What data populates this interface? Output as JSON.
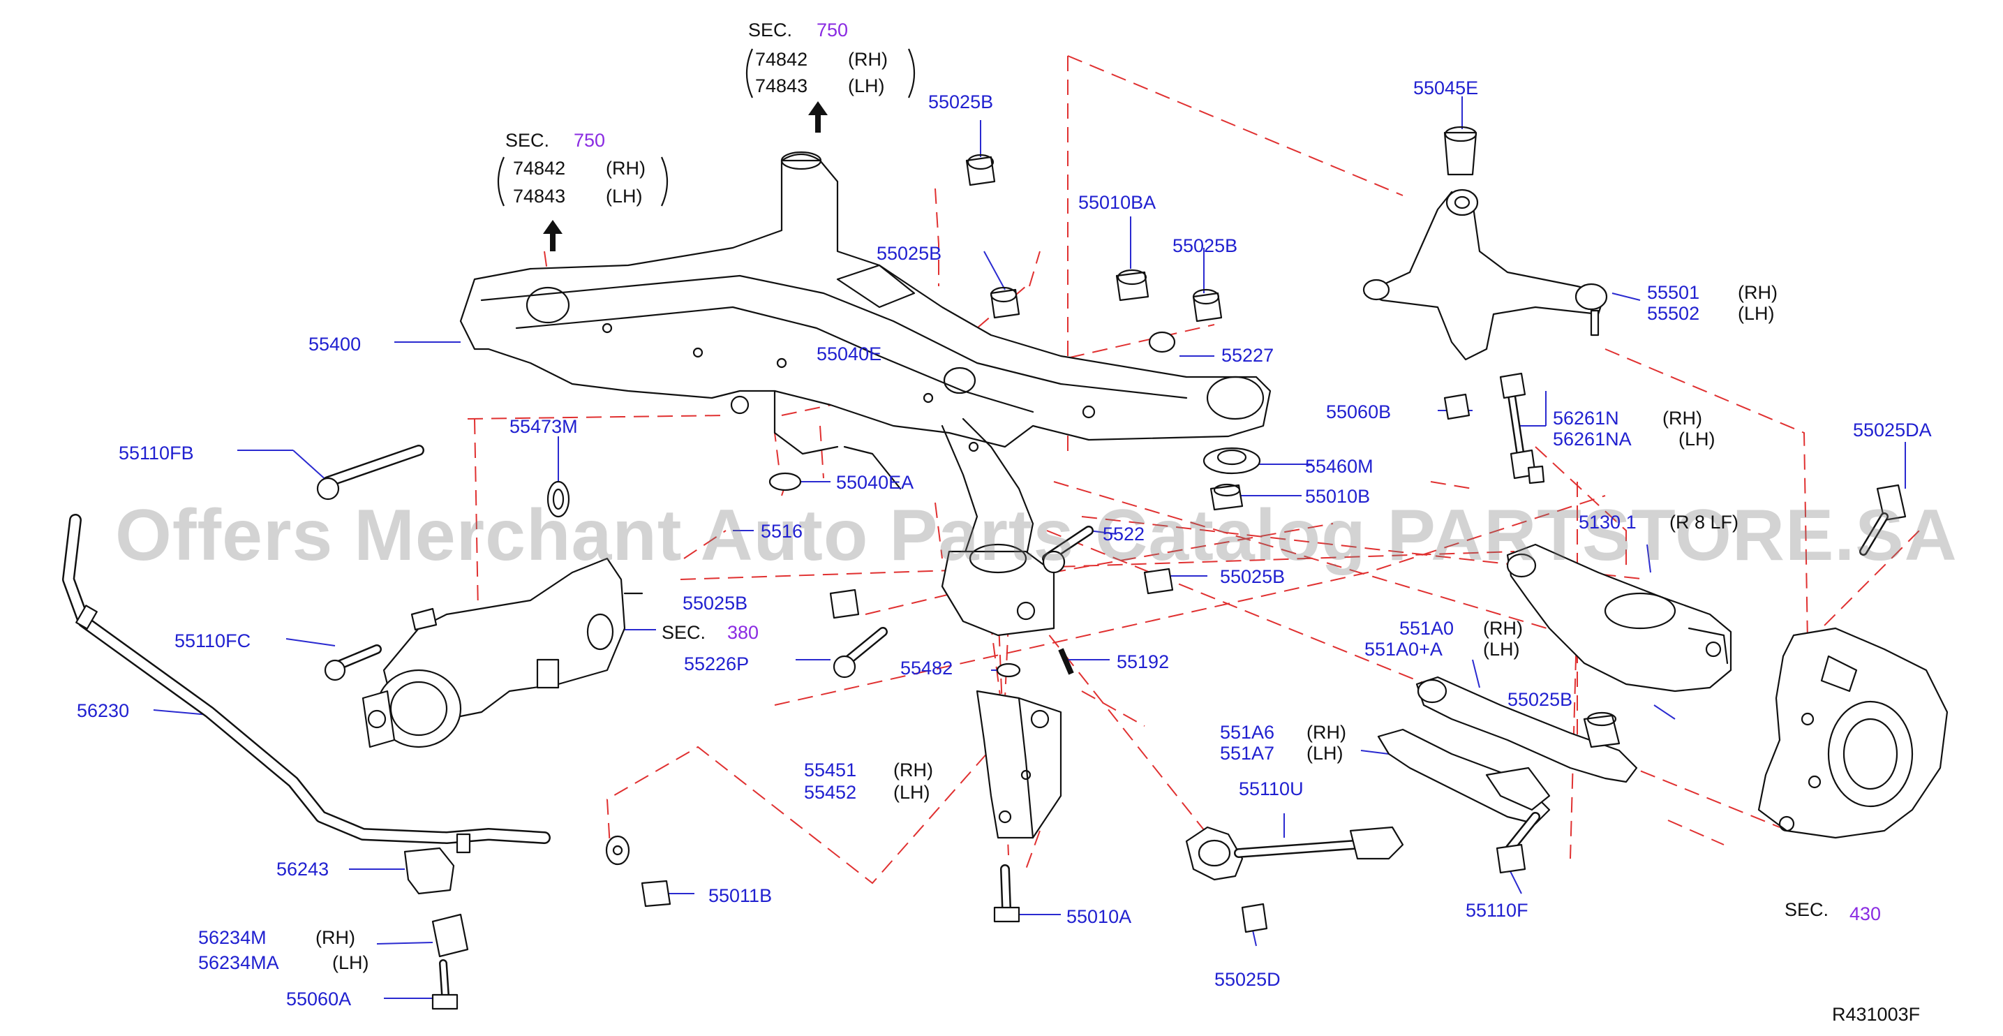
{
  "sections": {
    "top": {
      "sec": "SEC.",
      "num": "750",
      "p1": "74842",
      "s1": "(RH)",
      "p2": "74843",
      "s2": "(LH)"
    },
    "left": {
      "sec": "SEC.",
      "num": "750",
      "p1": "74842",
      "s1": "(RH)",
      "p2": "74843",
      "s2": "(LH)"
    },
    "mid": {
      "sec": "SEC.",
      "num": "380"
    },
    "right": {
      "sec": "SEC.",
      "num": "430"
    }
  },
  "labels": {
    "p55025B_a": "55025B",
    "p55010BA": "55010BA",
    "p55025B_b": "55025B",
    "p55025B_c": "55025B",
    "p55400": "55400",
    "p55040E": "55040E",
    "p55227": "55227",
    "p55110FB": "55110FB",
    "p55473M": "55473M",
    "p55040EA": "55040EA",
    "p55460M": "55460M",
    "p55010B": "55010B",
    "p5516x": "5516",
    "p5522x": "5522",
    "p55025B_d": "55025B",
    "p55025B_e": "55025B",
    "p55110FC": "55110FC",
    "p55226P": "55226P",
    "p55482": "55482",
    "p55192": "55192",
    "p56230": "56230",
    "p55451": "55451",
    "p55452": "55452",
    "s55451": "(RH)",
    "s55452": "(LH)",
    "p56243": "56243",
    "p55011B": "55011B",
    "p56234M": "56234M",
    "p56234MA": "56234MA",
    "s56234M": "(RH)",
    "s56234MA": "(LH)",
    "p55060A": "55060A",
    "p55010A": "55010A",
    "p55045E": "55045E",
    "p55501": "55501",
    "p55502": "55502",
    "s55501": "(RH)",
    "s55502": "(LH)",
    "p55060B": "55060B",
    "p56261N": "56261N",
    "p56261NA": "56261NA",
    "s56261N": "(RH)",
    "s56261NA": "(LH)",
    "p55025DA": "55025DA",
    "p551301": "5130 1",
    "s551301": "(R 8 LF)",
    "p551A0": "551A0",
    "p551A0A": "551A0+A",
    "s551A0": "(RH)",
    "s551A0A": "(LH)",
    "p55025B_f": "55025B",
    "p551A6": "551A6",
    "p551A7": "551A7",
    "s551A6": "(RH)",
    "s551A7": "(LH)",
    "p55110U": "55110U",
    "p55110F": "55110F",
    "p55025D": "55025D"
  },
  "watermark": "Offers Merchant Auto Parts Catalog PARTSTORE.SA",
  "reference": "R431003F",
  "colors": {
    "part_number": "#2020d0",
    "section_number": "#8a2be2",
    "dashed_line": "#e03030",
    "drawing": "#111111"
  }
}
